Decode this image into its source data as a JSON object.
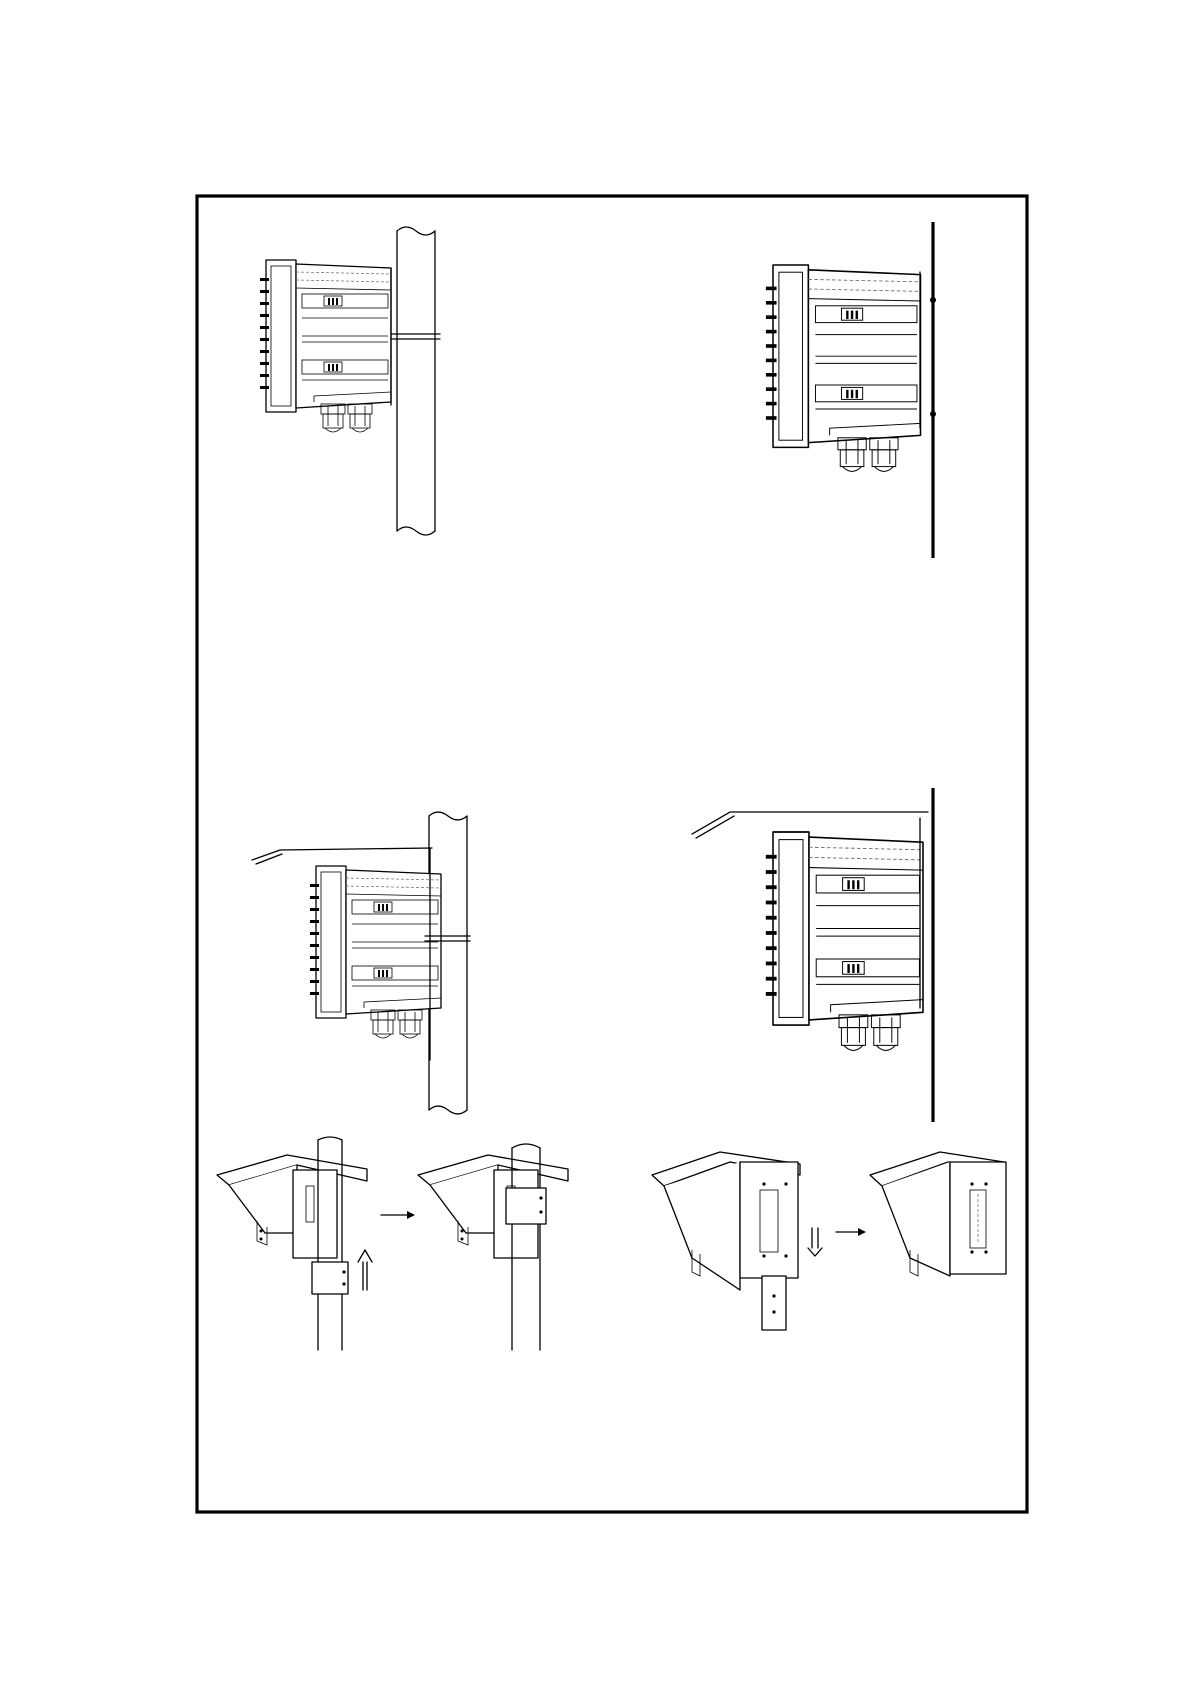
{
  "figure": {
    "title": "",
    "panels": [
      {
        "id": "pipe-mount"
      },
      {
        "id": "wall-mount"
      },
      {
        "id": "pipe-mount-with-sunshade"
      },
      {
        "id": "wall-mount-with-sunshade"
      },
      {
        "id": "sunshade-pipe-assembly"
      },
      {
        "id": "sunshade-wall-assembly"
      }
    ],
    "colors": {
      "line": "#000000",
      "paper": "#ffffff"
    },
    "icons": [
      "arrow-right-icon",
      "arrow-up-icon",
      "arrow-down-icon"
    ]
  }
}
